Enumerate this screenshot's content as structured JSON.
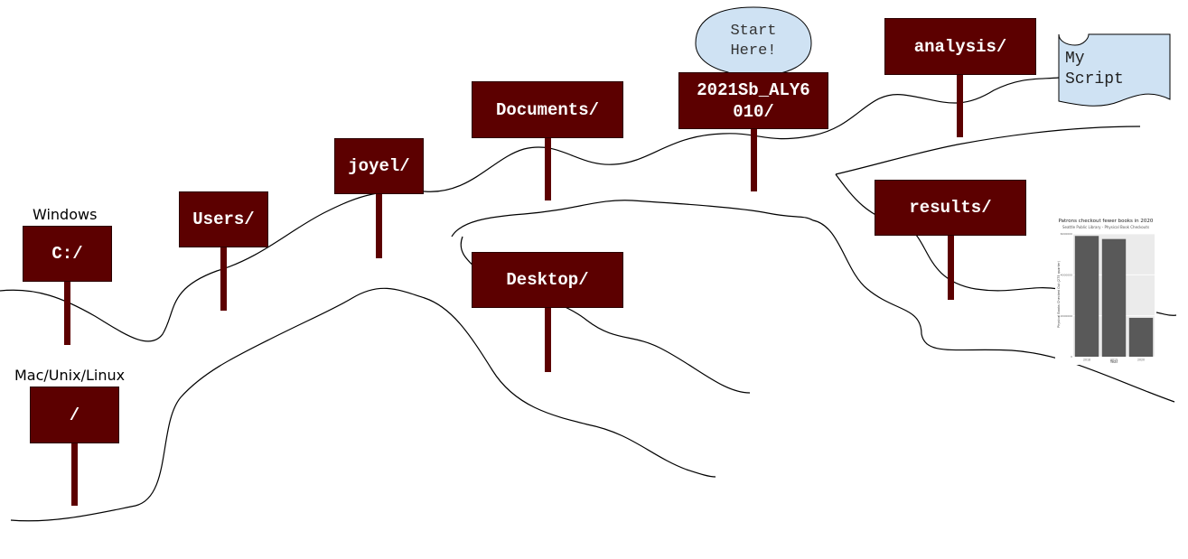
{
  "os_labels": {
    "windows": "Windows",
    "unix": "Mac/Unix/Linux"
  },
  "signs": {
    "c_drive": "C:/",
    "root": "/",
    "users": "Users/",
    "joyel": "joyel/",
    "documents": "Documents/",
    "desktop": "Desktop/",
    "course": "2021Sb_ALY6\n010/",
    "analysis": "analysis/",
    "results": "results/"
  },
  "callout": {
    "text": "Start\nHere!"
  },
  "script_doc": {
    "text": "My\nScript"
  },
  "colors": {
    "sign": "#5c0000",
    "bubble": "#cfe2f3",
    "bar": "#595959"
  },
  "chart_data": {
    "type": "bar",
    "title": "Patrons checkout fewer books in 2020",
    "subtitle": "Seattle Public Library - Physical Book Checkouts",
    "xlabel": "Year",
    "ylabel": "Physical Books Checked Out (275 quarter)",
    "categories": [
      "2018",
      "2019",
      "2020"
    ],
    "values": [
      5900000,
      5750000,
      1900000
    ],
    "ylim": [
      0,
      6000000
    ],
    "ytick_labels": [
      "0",
      "2000000",
      "4000000",
      "6000000"
    ],
    "grid": true
  }
}
